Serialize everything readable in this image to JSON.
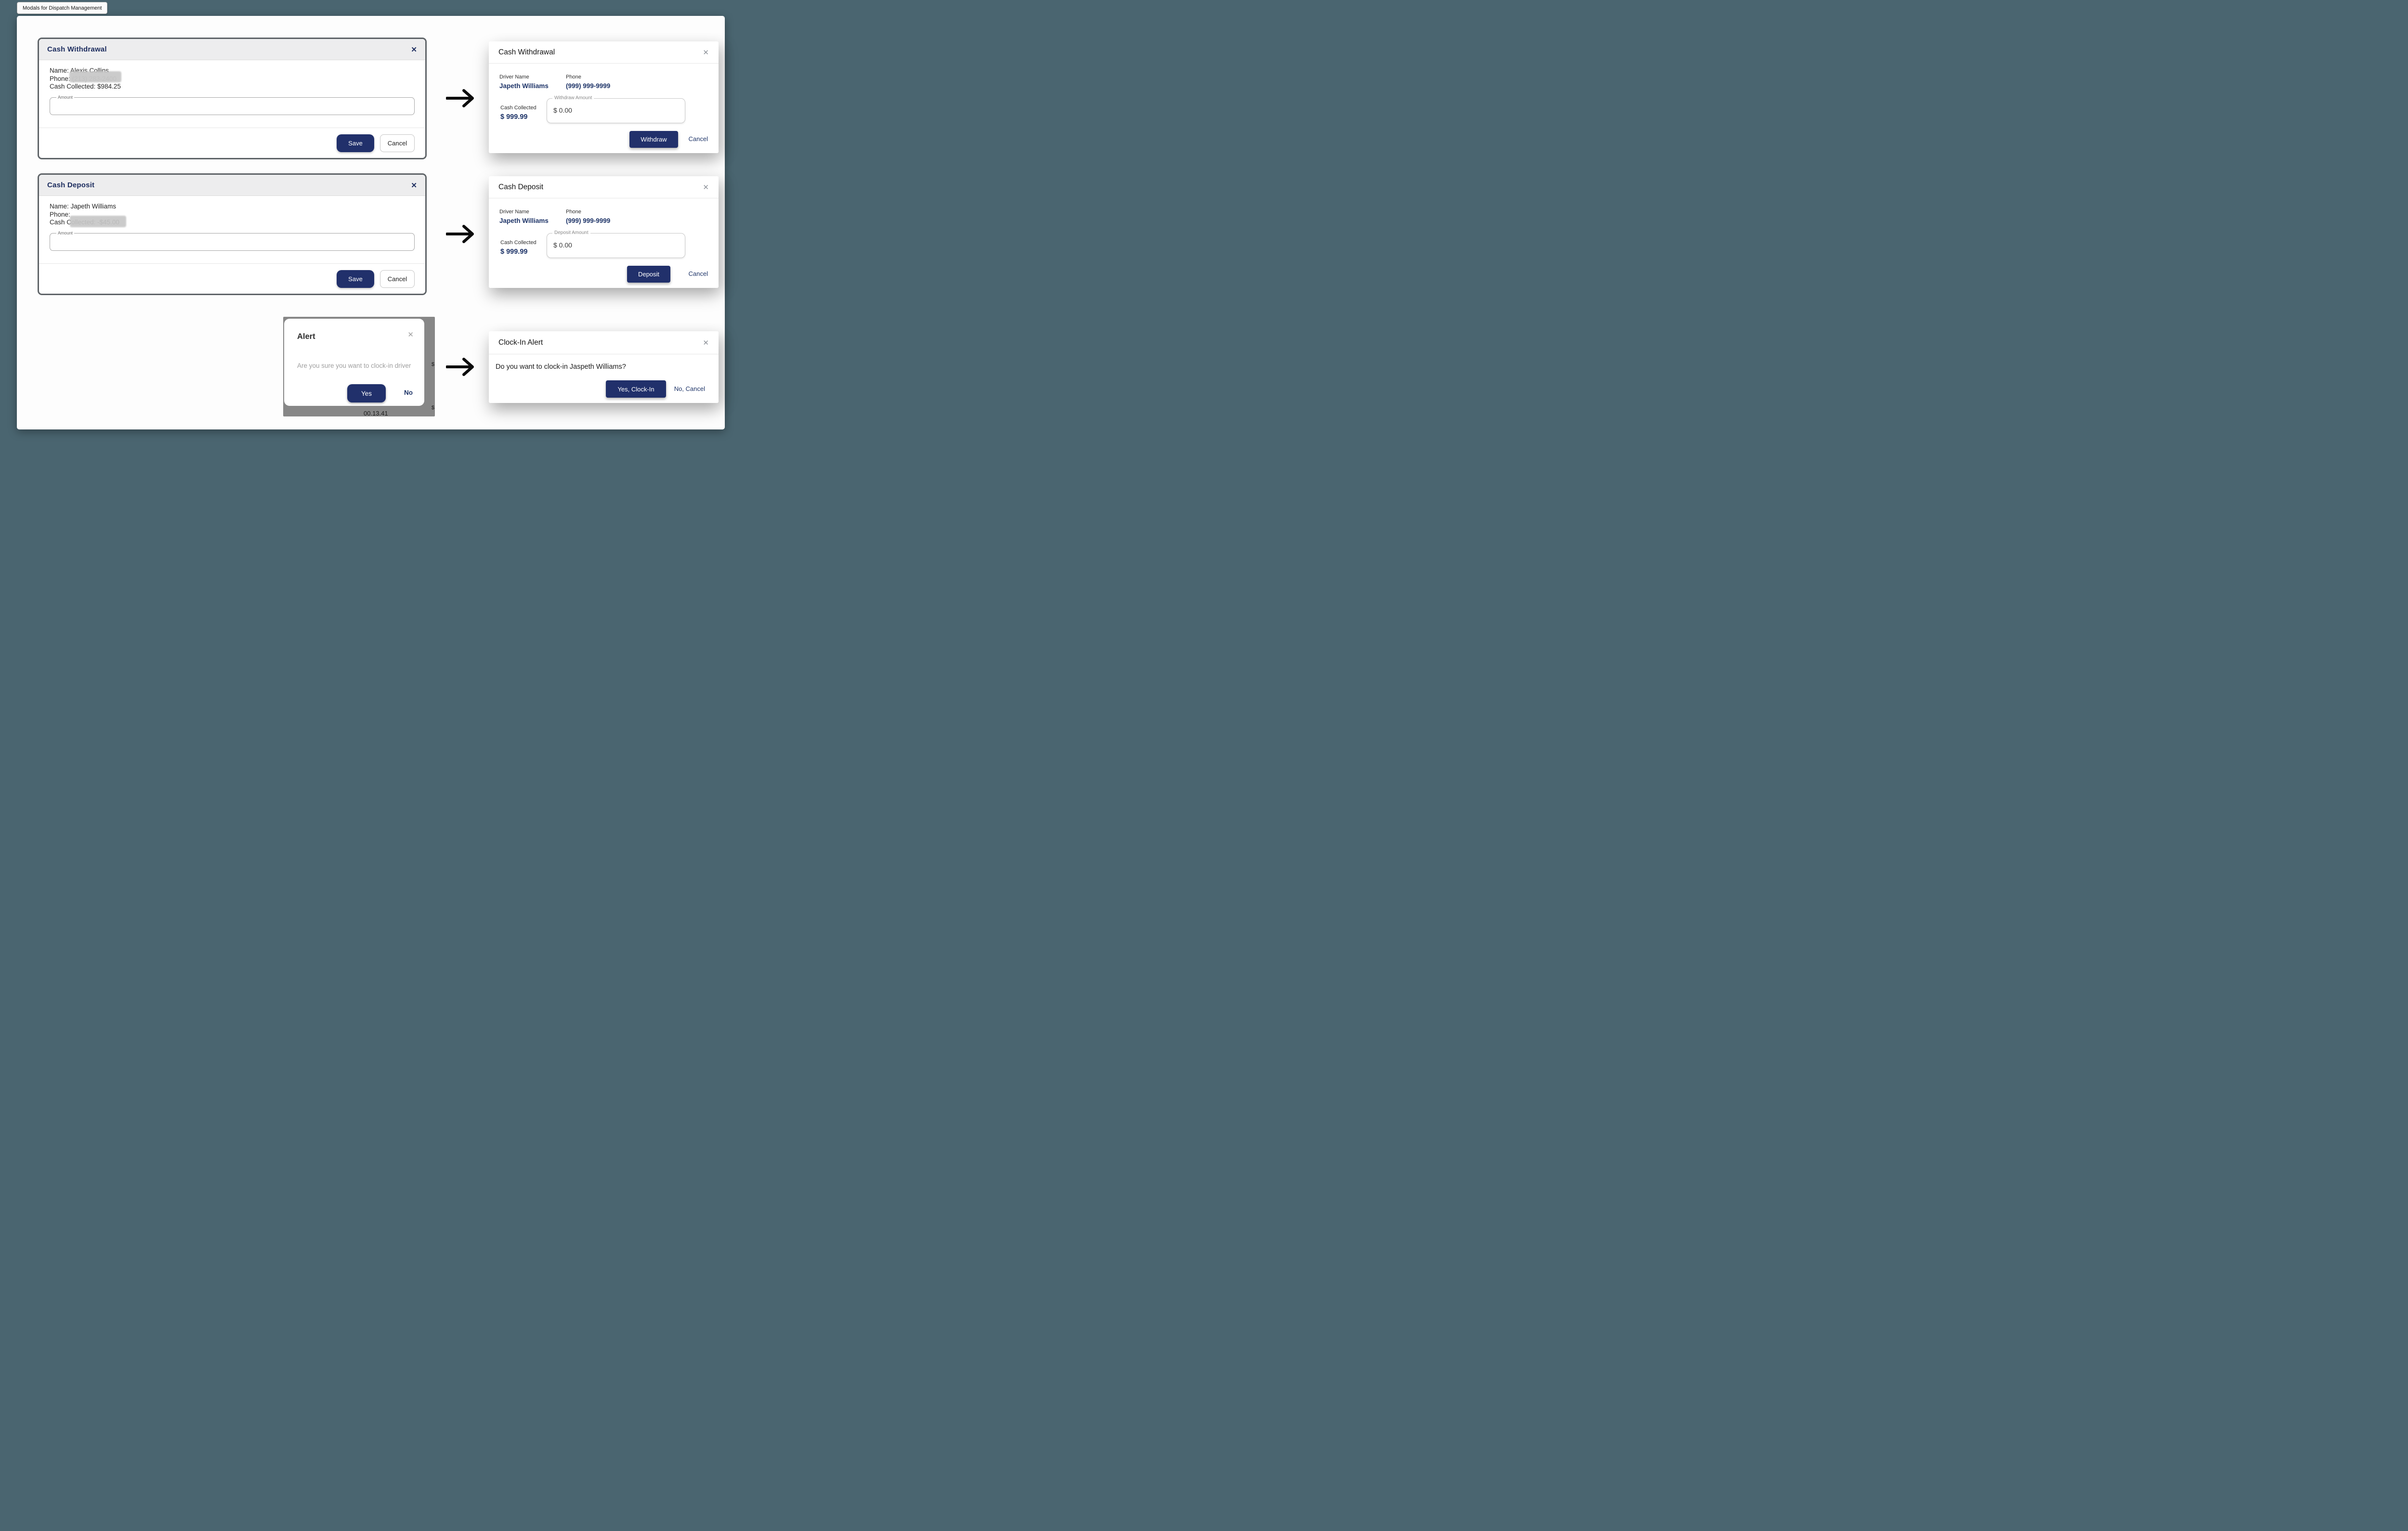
{
  "page": {
    "title_chip": "Modals for Dispatch Management"
  },
  "colors": {
    "navy": "#21306b",
    "navy_text": "#1e3468",
    "page_background": "#4a6570",
    "old_modal_header": "#ededee",
    "alert_backdrop": "#878787"
  },
  "icons": {
    "close": "✕",
    "arrow": "right-arrow"
  },
  "old_withdrawal": {
    "title": "Cash Withdrawal",
    "name_line": "Name: Alexis Collins",
    "phone_label": "Phone: ",
    "phone_value": "(213) 283-2400",
    "cash_line": "Cash Collected: $984.25",
    "amount_label": "Amount",
    "amount_value": "",
    "save_label": "Save",
    "cancel_label": "Cancel"
  },
  "old_deposit": {
    "title": "Cash Deposit",
    "name_line": "Name: Japeth Williams",
    "phone_label": "Phone: ",
    "phone_value": "",
    "cash_line": "Cash Collected: -$45.00",
    "amount_label": "Amount",
    "amount_value": "",
    "save_label": "Save",
    "cancel_label": "Cancel"
  },
  "new_withdrawal": {
    "title": "Cash Withdrawal",
    "driver_name_label": "Driver Name",
    "driver_name": "Japeth Williams",
    "phone_label": "Phone",
    "phone": "(999) 999-9999",
    "cash_collected_label": "Cash Collected",
    "cash_collected": "$ 999.99",
    "amount_label": "Withdraw Amount",
    "amount_value": "$ 0.00",
    "primary_label": "Withdraw",
    "cancel_label": "Cancel"
  },
  "new_deposit": {
    "title": "Cash Deposit",
    "driver_name_label": "Driver Name",
    "driver_name": "Japeth Williams",
    "phone_label": "Phone",
    "phone": "(999) 999-9999",
    "cash_collected_label": "Cash Collected",
    "cash_collected": "$ 999.99",
    "amount_label": "Deposit Amount",
    "amount_value": "$ 0.00",
    "primary_label": "Deposit",
    "cancel_label": "Cancel"
  },
  "old_alert": {
    "title": "Alert",
    "message": "Are you sure you want to clock-in driver",
    "yes_label": "Yes",
    "no_label": "No",
    "backdrop_timer_fragment": "00.13.41",
    "backdrop_dollar_fragment": "$"
  },
  "new_alert": {
    "title": "Clock-In Alert",
    "message": "Do you want to clock-in Jaspeth Williams?",
    "yes_label": "Yes, Clock-In",
    "no_label": "No, Cancel"
  }
}
